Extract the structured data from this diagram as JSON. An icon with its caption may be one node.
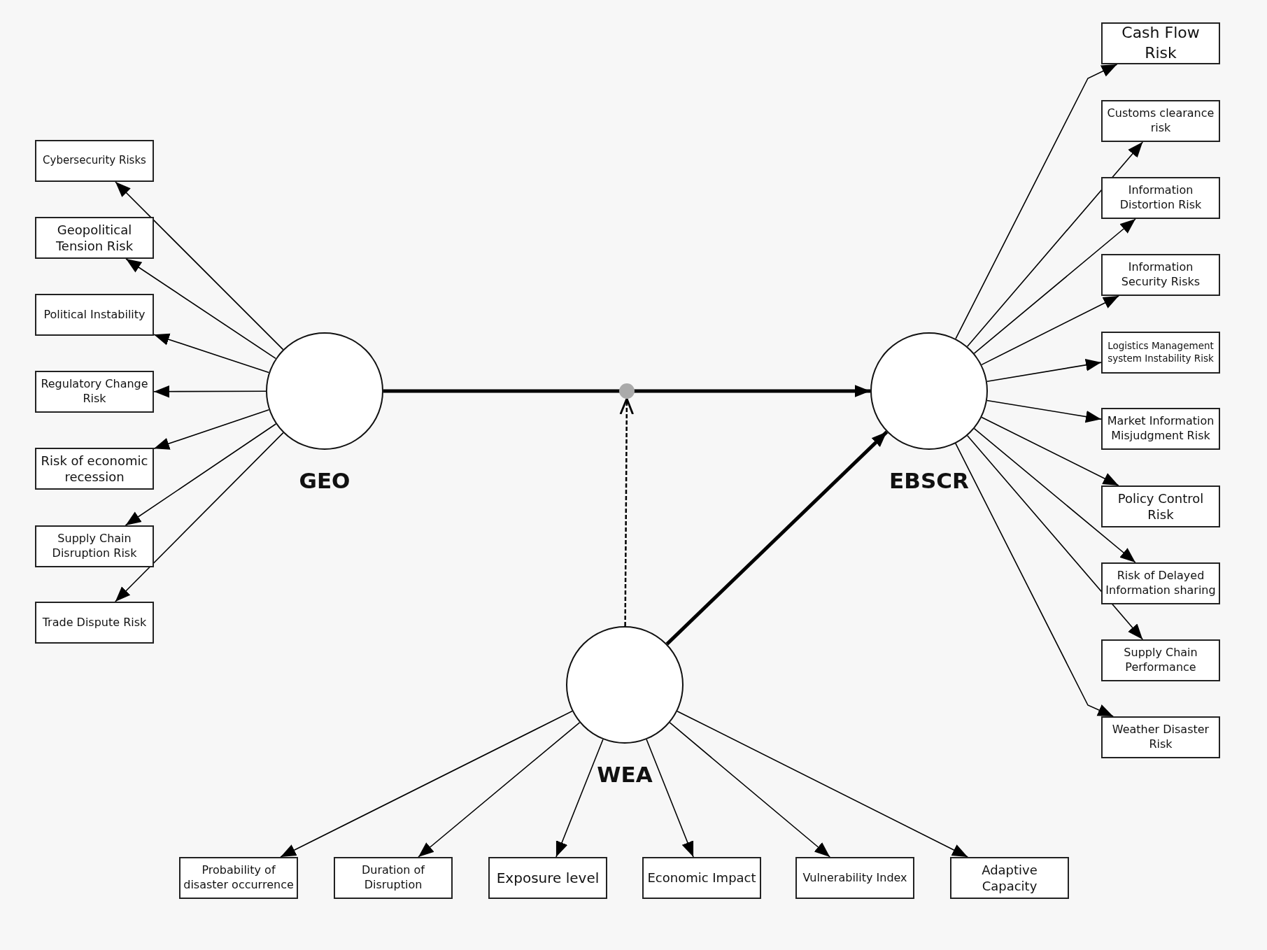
{
  "diagram": {
    "nodes": [
      {
        "text": [
          "GEO"
        ]
      },
      {
        "text": [
          "EBSCR"
        ]
      },
      {
        "text": [
          "WEA"
        ]
      },
      {
        "text": [],
        "shape": "circle"
      },
      {
        "text": [
          "Cybersecurity Risks"
        ]
      },
      {
        "text": [
          "Geopolitical Tension Risk"
        ]
      },
      {
        "text": [
          "Political Instability"
        ]
      },
      {
        "text": [
          "Regulatory Change Risk"
        ]
      },
      {
        "text": [
          "Risk of economic recession"
        ]
      },
      {
        "text": [
          "Supply Chain Disruption Risk"
        ]
      },
      {
        "text": [
          "Trade Dispute Risk"
        ]
      },
      {
        "text": [
          "Cash Flow Risk"
        ]
      },
      {
        "text": [
          "Customs clearance risk"
        ]
      },
      {
        "text": [
          "Information Distortion Risk"
        ]
      },
      {
        "text": [
          "Information Security Risks"
        ]
      },
      {
        "text": [
          "Logistics Management system Instability Risk"
        ]
      },
      {
        "text": [
          "Market Information Misjudgment Risk"
        ]
      },
      {
        "text": [
          "Policy Control Risk"
        ]
      },
      {
        "text": [
          "Risk of Delayed Information sharing"
        ]
      },
      {
        "text": [
          "Supply Chain Performance"
        ]
      },
      {
        "text": [
          "Weather Disaster Risk"
        ]
      },
      {
        "text": [
          "Probability of disaster occurrence"
        ]
      },
      {
        "text": [
          "Duration of Disruption"
        ]
      },
      {
        "text": [
          "Exposure level"
        ]
      },
      {
        "text": [
          "Economic Impact"
        ]
      },
      {
        "text": [
          "Vulnerability Index"
        ]
      },
      {
        "text": [
          "Adaptive Capacity"
        ]
      }
    ],
    "edges": [
      {
        "from": 0,
        "to": 1,
        "arrow": "to",
        "style": "thick"
      },
      {
        "from": 2,
        "to": 1,
        "arrow": "to",
        "style": "thick"
      },
      {
        "from": 2,
        "to": 3,
        "arrow": "to",
        "style": "dashed"
      },
      {
        "from": 0,
        "to": 4,
        "arrow": "to"
      },
      {
        "from": 0,
        "to": 5,
        "arrow": "to"
      },
      {
        "from": 0,
        "to": 6,
        "arrow": "to"
      },
      {
        "from": 0,
        "to": 7,
        "arrow": "to"
      },
      {
        "from": 0,
        "to": 8,
        "arrow": "to"
      },
      {
        "from": 0,
        "to": 9,
        "arrow": "to"
      },
      {
        "from": 0,
        "to": 10,
        "arrow": "to"
      },
      {
        "from": 1,
        "to": 11,
        "arrow": "to"
      },
      {
        "from": 1,
        "to": 12,
        "arrow": "to"
      },
      {
        "from": 1,
        "to": 13,
        "arrow": "to"
      },
      {
        "from": 1,
        "to": 14,
        "arrow": "to"
      },
      {
        "from": 1,
        "to": 15,
        "arrow": "to"
      },
      {
        "from": 1,
        "to": 16,
        "arrow": "to"
      },
      {
        "from": 1,
        "to": 17,
        "arrow": "to"
      },
      {
        "from": 1,
        "to": 18,
        "arrow": "to"
      },
      {
        "from": 1,
        "to": 19,
        "arrow": "to"
      },
      {
        "from": 1,
        "to": 20,
        "arrow": "to"
      },
      {
        "from": 2,
        "to": 21,
        "arrow": "to"
      },
      {
        "from": 2,
        "to": 22,
        "arrow": "to"
      },
      {
        "from": 2,
        "to": 23,
        "arrow": "to"
      },
      {
        "from": 2,
        "to": 24,
        "arrow": "to"
      },
      {
        "from": 2,
        "to": 25,
        "arrow": "to"
      },
      {
        "from": 2,
        "to": 26,
        "arrow": "to"
      }
    ]
  }
}
